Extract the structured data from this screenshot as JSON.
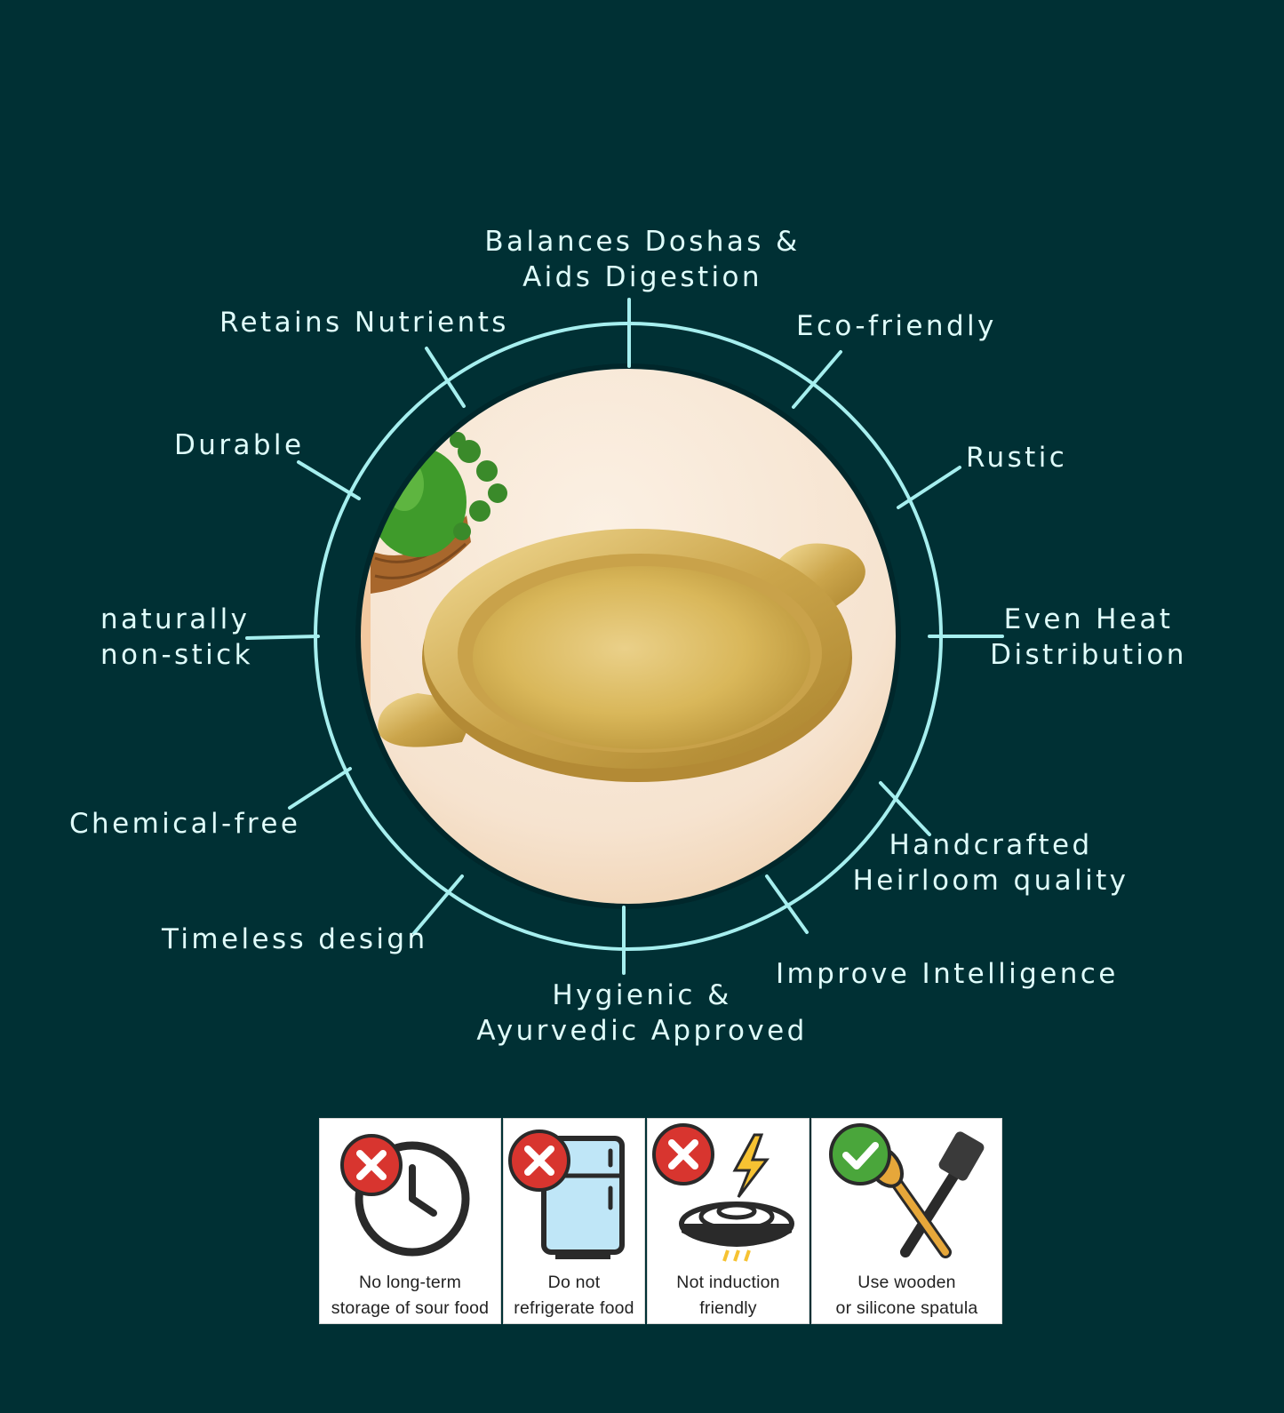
{
  "features": [
    {
      "id": "balances-doshas",
      "text": "Balances Doshas &\nAids Digestion"
    },
    {
      "id": "retains-nutrients",
      "text": "Retains Nutrients"
    },
    {
      "id": "eco-friendly",
      "text": "Eco-friendly"
    },
    {
      "id": "durable",
      "text": "Durable"
    },
    {
      "id": "rustic",
      "text": "Rustic"
    },
    {
      "id": "naturally-non-stick",
      "text": "naturally\nnon-stick"
    },
    {
      "id": "even-heat",
      "text": "Even Heat\nDistribution"
    },
    {
      "id": "chemical-free",
      "text": "Chemical-free"
    },
    {
      "id": "handcrafted",
      "text": "Handcrafted\nHeirloom quality"
    },
    {
      "id": "timeless-design",
      "text": "Timeless design"
    },
    {
      "id": "improve-intelligence",
      "text": "Improve Intelligence"
    },
    {
      "id": "hygienic",
      "text": "Hygienic &\nAyurvedic Approved"
    }
  ],
  "care": [
    {
      "id": "no-long-term-storage",
      "icon": "clock-icon",
      "status": "not-allowed",
      "label": "No long-term\nstorage of sour food"
    },
    {
      "id": "do-not-refrigerate",
      "icon": "refrigerator-icon",
      "status": "not-allowed",
      "label": "Do not\nrefrigerate food"
    },
    {
      "id": "not-induction",
      "icon": "induction-icon",
      "status": "not-allowed",
      "label": "Not induction\nfriendly"
    },
    {
      "id": "use-wooden-spatula",
      "icon": "spatula-icon",
      "status": "allowed",
      "label": "Use wooden\nor silicone spatula"
    }
  ],
  "colors": {
    "background": "#003034",
    "accent": "#a6efef",
    "text": "#dffdfb",
    "brass": "#d8b556",
    "cross": "#d8352f",
    "check": "#4aa63b"
  }
}
